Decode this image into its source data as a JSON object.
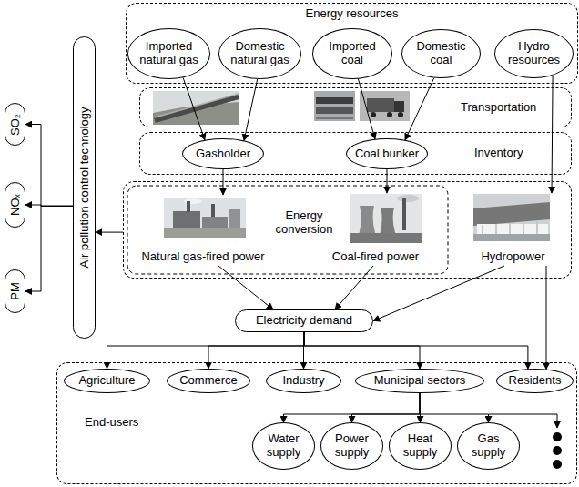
{
  "diagram": {
    "nodes": [
      {
        "text": [
          "Energy resources"
        ]
      },
      {
        "text": [
          "Imported natural gas"
        ],
        "in": 0
      },
      {
        "text": [
          "Domestic natural gas"
        ],
        "in": 0
      },
      {
        "text": [
          "Imported coal"
        ],
        "in": 0
      },
      {
        "text": [
          "Domestic coal"
        ],
        "in": 0
      },
      {
        "text": [
          "Hydro resources"
        ],
        "in": 0
      },
      {
        "text": [
          "Transportation"
        ]
      },
      {
        "text": [
          "Inventory"
        ]
      },
      {
        "text": [
          "Gasholder"
        ],
        "in": 7
      },
      {
        "text": [
          "Coal bunker"
        ],
        "in": 7
      },
      {
        "text": [
          "Energy conversion"
        ]
      },
      {
        "text": [
          "Natural gas-fired power"
        ],
        "in": 10
      },
      {
        "text": [
          "Coal-fired power"
        ],
        "in": 10
      },
      {
        "text": [
          "Hydropower"
        ],
        "in": 10
      },
      {
        "text": [
          "Air pollution control technology"
        ]
      },
      {
        "text": [
          "SO₂"
        ]
      },
      {
        "text": [
          "NOₓ"
        ]
      },
      {
        "text": [
          "PM"
        ]
      },
      {
        "text": [
          "Electricity demand"
        ]
      },
      {
        "text": [
          "End-users"
        ]
      },
      {
        "text": [
          "Agriculture"
        ],
        "in": 19
      },
      {
        "text": [
          "Commerce"
        ],
        "in": 19
      },
      {
        "text": [
          "Industry"
        ],
        "in": 19
      },
      {
        "text": [
          "Municipal sectors"
        ],
        "in": 19
      },
      {
        "text": [
          "Residents"
        ],
        "in": 19
      },
      {
        "text": [
          "Water supply"
        ],
        "in": 19
      },
      {
        "text": [
          "Power supply"
        ],
        "in": 19
      },
      {
        "text": [
          "Heat supply"
        ],
        "in": 19
      },
      {
        "text": [
          "Gas supply"
        ],
        "in": 19
      }
    ],
    "edges": [
      {
        "from": 1,
        "to": 8,
        "arrow": "to"
      },
      {
        "from": 2,
        "to": 8,
        "arrow": "to"
      },
      {
        "from": 3,
        "to": 9,
        "arrow": "to"
      },
      {
        "from": 4,
        "to": 9,
        "arrow": "to"
      },
      {
        "from": 5,
        "to": 13,
        "arrow": "to"
      },
      {
        "from": 8,
        "to": 11,
        "arrow": "to"
      },
      {
        "from": 9,
        "to": 12,
        "arrow": "to"
      },
      {
        "from": 11,
        "to": 18,
        "arrow": "to"
      },
      {
        "from": 12,
        "to": 18,
        "arrow": "to"
      },
      {
        "from": 13,
        "to": 18,
        "arrow": "to"
      },
      {
        "from": 10,
        "to": 14,
        "arrow": "to"
      },
      {
        "from": 14,
        "to": 15,
        "arrow": "to"
      },
      {
        "from": 14,
        "to": 16,
        "arrow": "to"
      },
      {
        "from": 14,
        "to": 17,
        "arrow": "to"
      },
      {
        "from": 18,
        "to": 20,
        "arrow": "to"
      },
      {
        "from": 18,
        "to": 21,
        "arrow": "to"
      },
      {
        "from": 18,
        "to": 22,
        "arrow": "to"
      },
      {
        "from": 18,
        "to": 23,
        "arrow": "to"
      },
      {
        "from": 18,
        "to": 24,
        "arrow": "to"
      },
      {
        "from": 13,
        "to": 24,
        "arrow": "to"
      },
      {
        "from": 23,
        "to": 25,
        "arrow": "to"
      },
      {
        "from": 23,
        "to": 26,
        "arrow": "to"
      },
      {
        "from": 23,
        "to": 27,
        "arrow": "to"
      },
      {
        "from": 23,
        "to": 28,
        "arrow": "to"
      }
    ]
  }
}
